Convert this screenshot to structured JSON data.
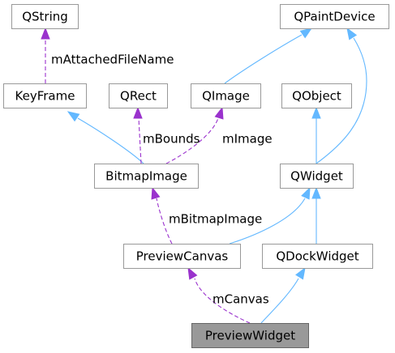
{
  "diagram": {
    "colors": {
      "inheritance": "#63b8ff",
      "usage": "#9a32cd",
      "node_border": "#999999",
      "node_fill": "#ffffff",
      "focus_fill": "#999999",
      "focus_border": "#666666"
    },
    "nodes": [
      {
        "id": "qstring",
        "label": "QString",
        "focus": false
      },
      {
        "id": "qpaintdevice",
        "label": "QPaintDevice",
        "focus": false
      },
      {
        "id": "keyframe",
        "label": "KeyFrame",
        "focus": false
      },
      {
        "id": "qrect",
        "label": "QRect",
        "focus": false
      },
      {
        "id": "qimage",
        "label": "QImage",
        "focus": false
      },
      {
        "id": "qobject",
        "label": "QObject",
        "focus": false
      },
      {
        "id": "bitmapimage",
        "label": "BitmapImage",
        "focus": false
      },
      {
        "id": "qwidget",
        "label": "QWidget",
        "focus": false
      },
      {
        "id": "previewcanvas",
        "label": "PreviewCanvas",
        "focus": false
      },
      {
        "id": "qdockwidget",
        "label": "QDockWidget",
        "focus": false
      },
      {
        "id": "previewwidget",
        "label": "PreviewWidget",
        "focus": true
      }
    ],
    "edges": [
      {
        "id": "e1",
        "from": "keyframe",
        "to": "qstring",
        "kind": "usage",
        "label": "mAttachedFileName"
      },
      {
        "id": "e2",
        "from": "qimage",
        "to": "qpaintdevice",
        "kind": "inheritance",
        "label": ""
      },
      {
        "id": "e3",
        "from": "qwidget",
        "to": "qpaintdevice",
        "kind": "inheritance",
        "label": ""
      },
      {
        "id": "e4",
        "from": "bitmapimage",
        "to": "keyframe",
        "kind": "inheritance",
        "label": ""
      },
      {
        "id": "e5",
        "from": "bitmapimage",
        "to": "qrect",
        "kind": "usage",
        "label": "mBounds"
      },
      {
        "id": "e6",
        "from": "bitmapimage",
        "to": "qimage",
        "kind": "usage",
        "label": "mImage"
      },
      {
        "id": "e7",
        "from": "qwidget",
        "to": "qobject",
        "kind": "inheritance",
        "label": ""
      },
      {
        "id": "e8",
        "from": "previewcanvas",
        "to": "bitmapimage",
        "kind": "usage",
        "label": "mBitmapImage"
      },
      {
        "id": "e9",
        "from": "previewcanvas",
        "to": "qwidget",
        "kind": "inheritance",
        "label": ""
      },
      {
        "id": "e10",
        "from": "qdockwidget",
        "to": "qwidget",
        "kind": "inheritance",
        "label": ""
      },
      {
        "id": "e11",
        "from": "previewwidget",
        "to": "previewcanvas",
        "kind": "usage",
        "label": "mCanvas"
      },
      {
        "id": "e12",
        "from": "previewwidget",
        "to": "qdockwidget",
        "kind": "inheritance",
        "label": ""
      }
    ]
  }
}
